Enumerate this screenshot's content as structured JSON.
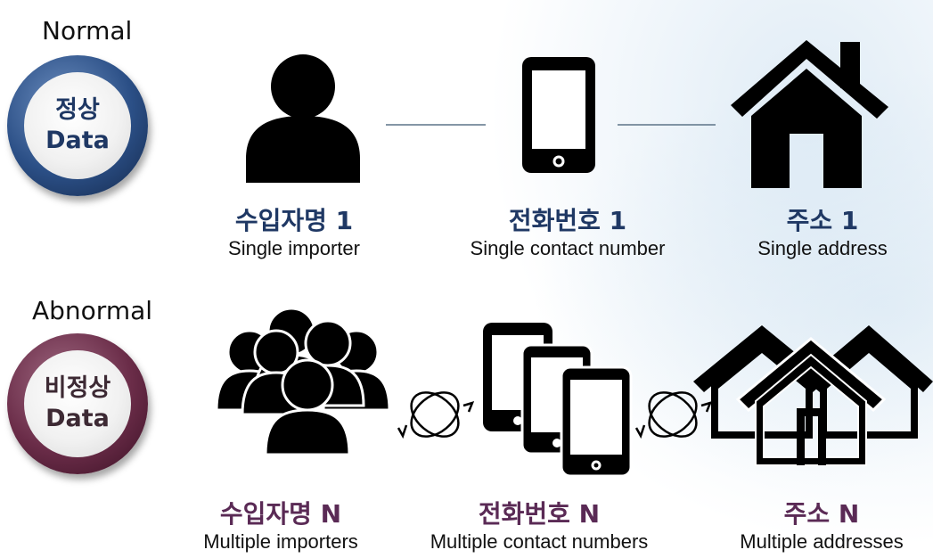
{
  "rows": {
    "normal": {
      "label": "Normal",
      "badge_line1": "정상",
      "badge_line2": "Data",
      "items": [
        {
          "ko": "수입자명 1",
          "en": "Single importer"
        },
        {
          "ko": "전화번호 1",
          "en": "Single contact number"
        },
        {
          "ko": "주소 1",
          "en": "Single address"
        }
      ]
    },
    "abnormal": {
      "label": "Abnormal",
      "badge_line1": "비정상",
      "badge_line2": "Data",
      "items": [
        {
          "ko": "수입자명 N",
          "en": "Multiple importers"
        },
        {
          "ko": "전화번호 N",
          "en": "Multiple contact numbers"
        },
        {
          "ko": "주소 N",
          "en": "Multiple addresses"
        }
      ]
    }
  },
  "colors": {
    "normal_accent": "#1f3864",
    "abnormal_accent": "#5a2a55",
    "icon": "#000000"
  },
  "icons": [
    "person-icon",
    "smartphone-icon",
    "house-icon",
    "group-icon",
    "phones-icon",
    "houses-icon",
    "cycle-arrows-icon"
  ]
}
